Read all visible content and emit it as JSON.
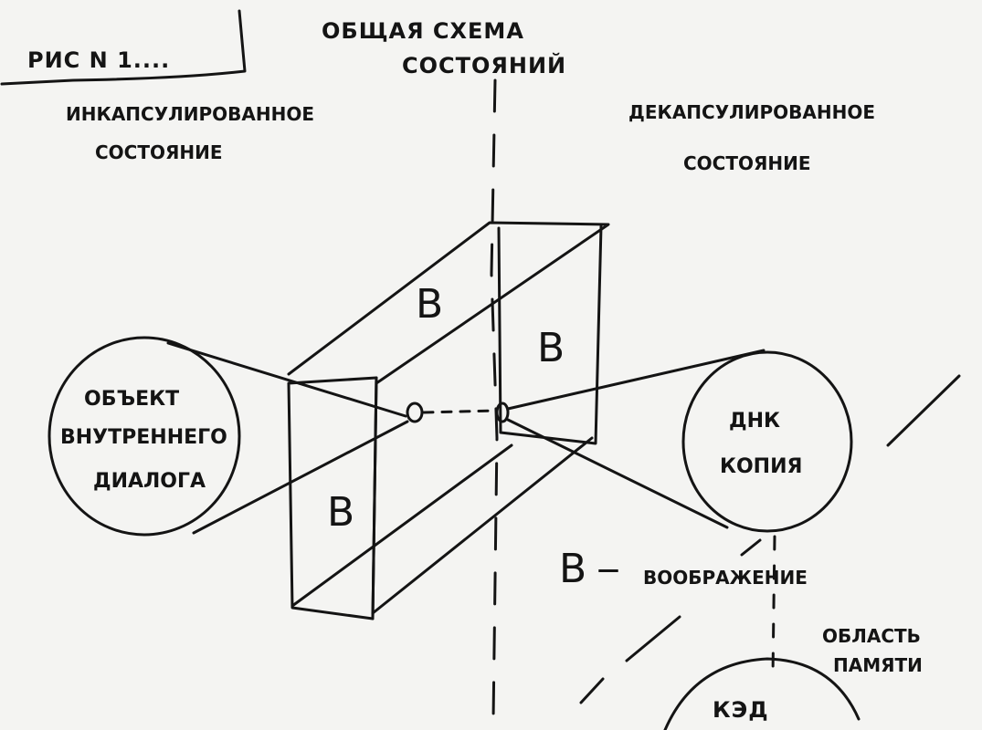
{
  "figure_label": "РИС N 1....",
  "title": {
    "line1": "ОБЩАЯ СХЕМА",
    "line2": "СОСТОЯНИЙ"
  },
  "left_heading": {
    "line1": "ИНКАПСУЛИРОВАННОЕ",
    "line2": "СОСТОЯНИЕ"
  },
  "right_heading": {
    "line1": "ДЕКАПСУЛИРОВАННОЕ",
    "line2": "СОСТОЯНИЕ"
  },
  "box": {
    "top_face_label": "В",
    "front_face_label": "В",
    "back_face_label": "В"
  },
  "left_circle": {
    "line1": "ОБЪЕКТ",
    "line2": "ВНУТРЕННЕГО",
    "line3": "ДИАЛОГА"
  },
  "right_circle": {
    "line1": "ДНК",
    "line2": "КОПИЯ"
  },
  "legend": {
    "symbol": "В",
    "dash": "—",
    "meaning": "ВООБРАЖЕНИЕ"
  },
  "memory_area": {
    "line1": "ОБЛАСТЬ",
    "line2": "ПАМЯТИ"
  },
  "bottom_node": "КЭД"
}
